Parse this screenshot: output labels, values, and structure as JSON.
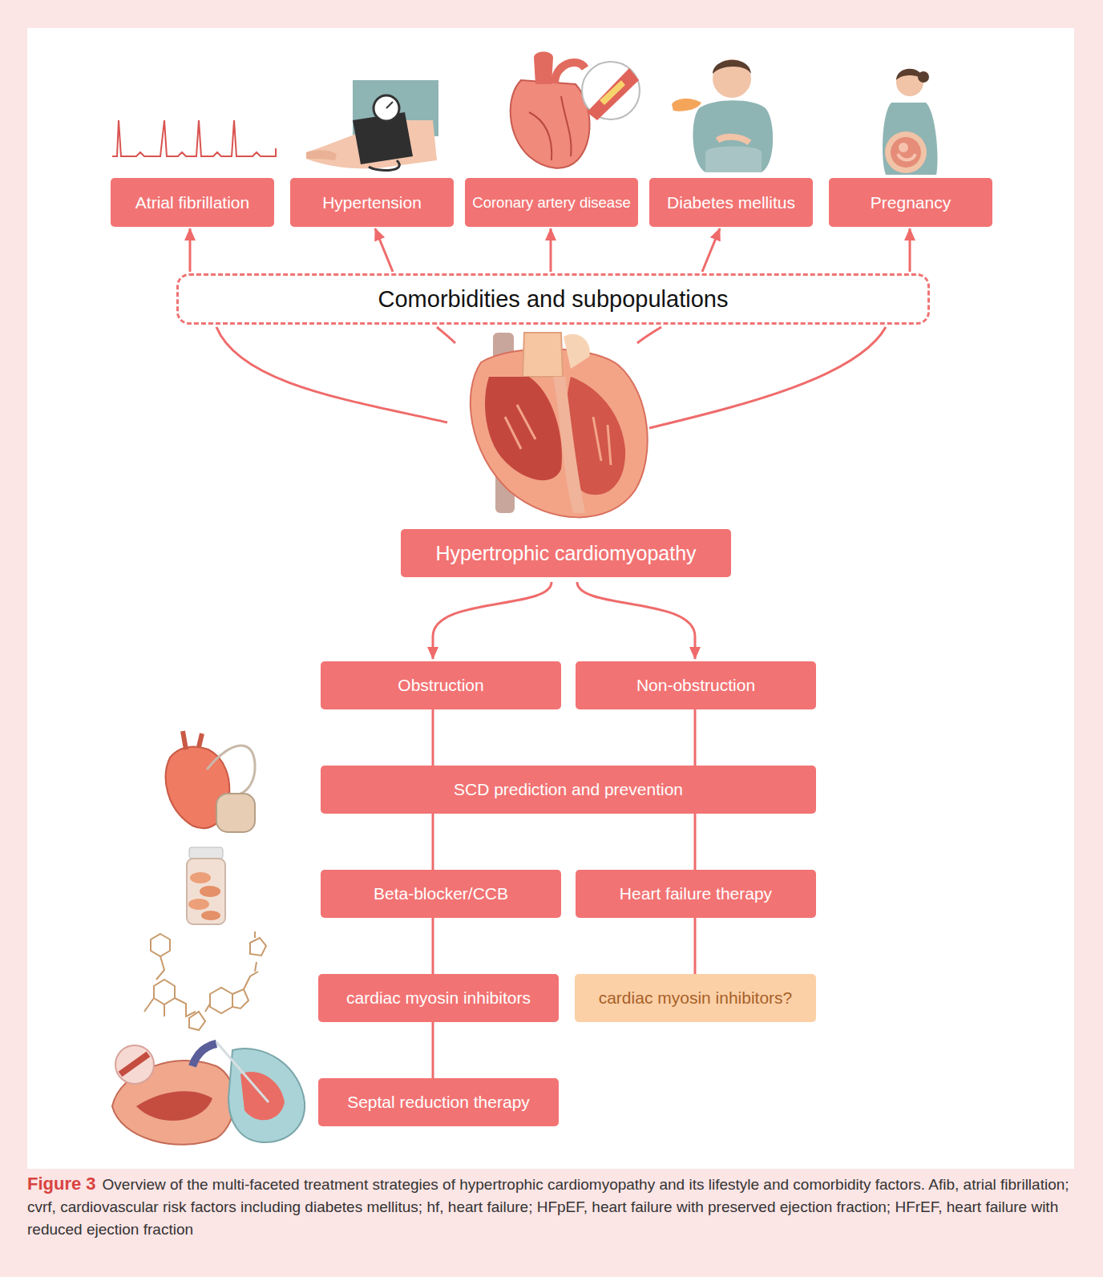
{
  "diagram": {
    "caption": "Overview of the multi-faceted treatment strategies of hypertrophic cardiomyopathy and its lifestyle and comorbidity factors. Afib, atrial fibrillation; cvrf, cardiovascular risk factors including diabetes mellitus; hf, heart failure; HFpEF, heart failure with preserved ejection fraction; HFrEF, heart failure with reduced ejection fraction",
    "nodes": [
      {
        "text": [
          "Atrial fibrillation"
        ]
      },
      {
        "text": [
          "Hypertension"
        ]
      },
      {
        "text": [
          "Coronary artery disease"
        ]
      },
      {
        "text": [
          "Diabetes mellitus"
        ]
      },
      {
        "text": [
          "Pregnancy"
        ]
      },
      {
        "text": [
          "Comorbidities and subpopulations"
        ]
      },
      {
        "text": [
          "Hypertrophic cardiomyopathy"
        ]
      },
      {
        "text": [
          "Obstruction"
        ]
      },
      {
        "text": [
          "Non-obstruction"
        ]
      },
      {
        "text": [
          "SCD prediction and prevention"
        ]
      },
      {
        "text": [
          "Beta-blocker/CCB"
        ]
      },
      {
        "text": [
          "Heart failure therapy"
        ]
      },
      {
        "text": [
          "cardiac myosin inhibitors"
        ]
      },
      {
        "text": [
          "cardiac myosin inhibitors?"
        ]
      },
      {
        "text": [
          "Septal reduction therapy"
        ]
      }
    ],
    "edges": [
      {
        "from": 5,
        "to": 0,
        "arrow": "to"
      },
      {
        "from": 5,
        "to": 1,
        "arrow": "to"
      },
      {
        "from": 5,
        "to": 2,
        "arrow": "to"
      },
      {
        "from": 5,
        "to": 3,
        "arrow": "to"
      },
      {
        "from": 5,
        "to": 4,
        "arrow": "to"
      },
      {
        "from": 6,
        "to": 7,
        "arrow": "to"
      },
      {
        "from": 6,
        "to": 8,
        "arrow": "to"
      },
      {
        "from": 7,
        "to": 9,
        "arrow": "none"
      },
      {
        "from": 8,
        "to": 9,
        "arrow": "none"
      },
      {
        "from": 9,
        "to": 10,
        "arrow": "none"
      },
      {
        "from": 9,
        "to": 11,
        "arrow": "none"
      },
      {
        "from": 10,
        "to": 12,
        "arrow": "none"
      },
      {
        "from": 11,
        "to": 13,
        "arrow": "none"
      },
      {
        "from": 12,
        "to": 14,
        "arrow": "none"
      }
    ],
    "labels": [
      "Figure 3"
    ]
  }
}
